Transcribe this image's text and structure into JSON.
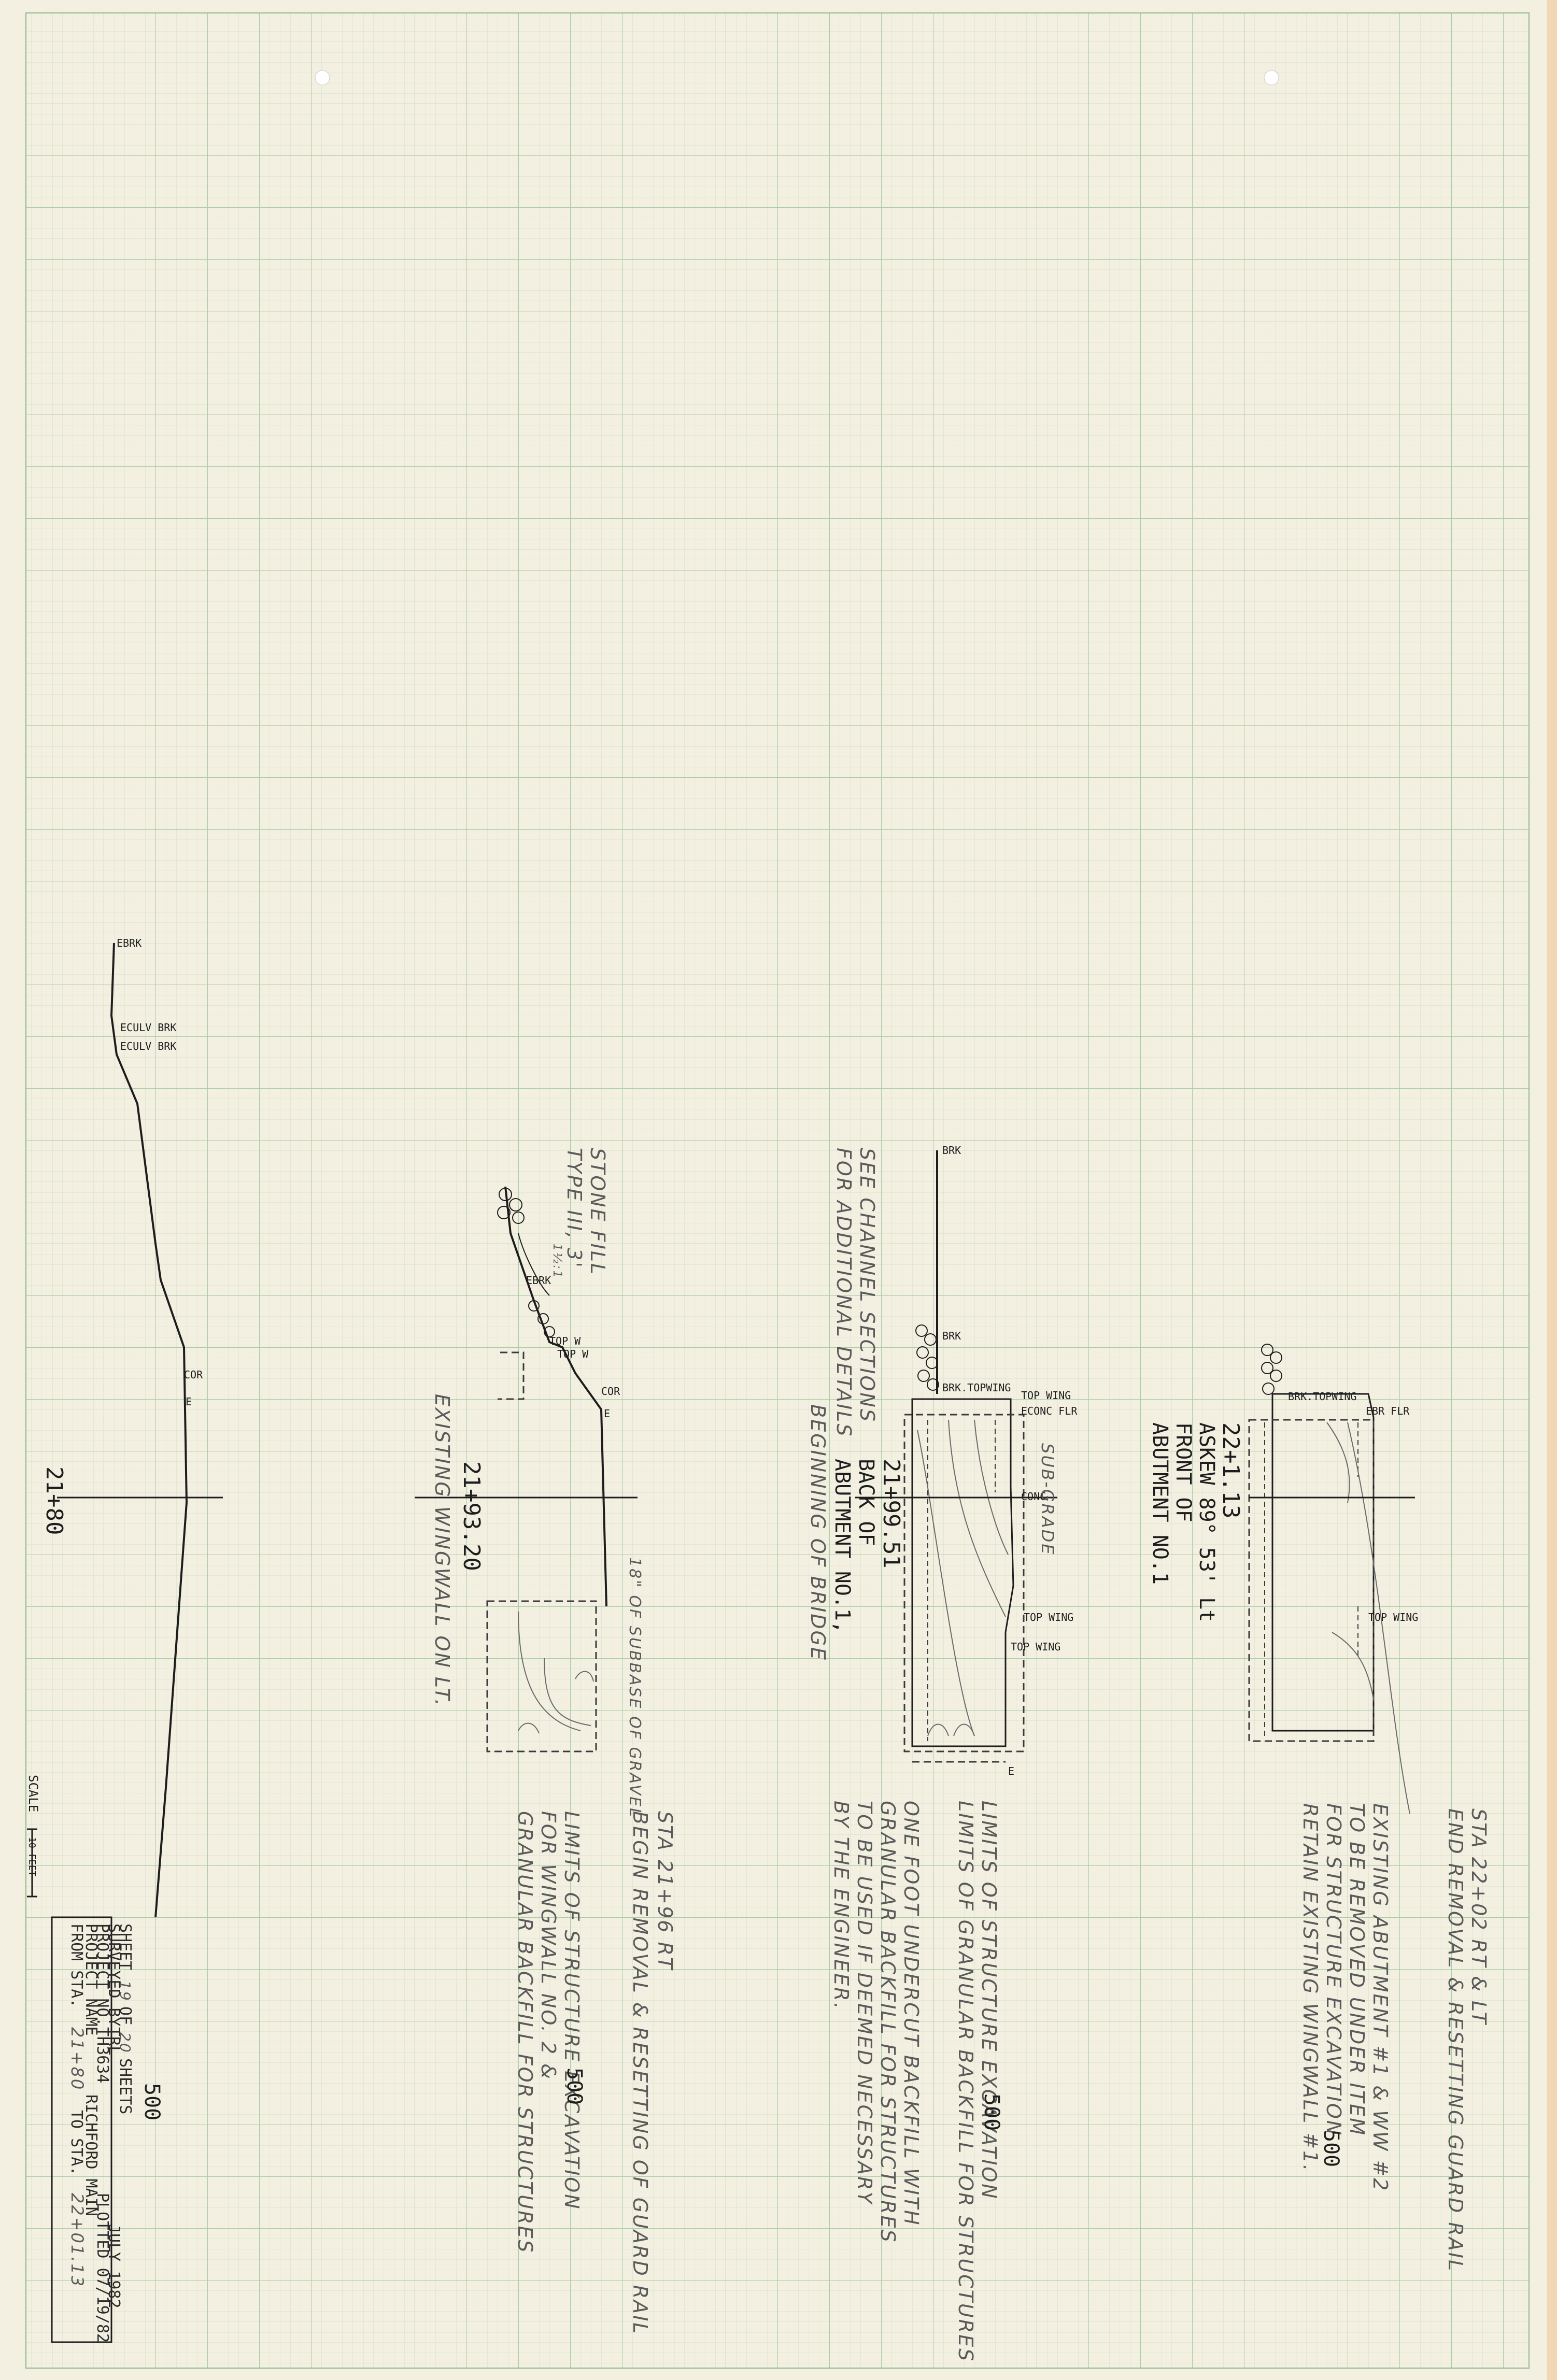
{
  "colors": {
    "paper": "#f3f0e2",
    "grid_minor": "#c9dcc2",
    "grid_major": "#9ec59a",
    "ink": "#1d1d1d",
    "pencil": "#5a5a5a",
    "edge": "#e8b98a"
  },
  "title_block": {
    "from_label": "FROM STA.",
    "from_value": "21+80",
    "to_label": "TO STA.",
    "to_value": "22+01.13",
    "project_label": "PROJECT NAME",
    "project_value": "RICHFORD MAIN",
    "project_no_label": "PROJECT NO.",
    "project_no_value": "TH3634",
    "plotted": "PLOTTED 07/19/82",
    "surveyed_label": "SURVEYED BY",
    "surveyed_value": "TRL",
    "date": "JULY 1982",
    "sheet_label": "SHEET",
    "sheet_value": "19",
    "of_label": "OF",
    "of_value": "20",
    "sheets_label": "SHEETS"
  },
  "scale": {
    "label": "SCALE",
    "value": "10 FEET"
  },
  "sections": [
    {
      "station": "21+80",
      "elevation": "500",
      "labels": [
        "EBRK",
        "ECULV BRK",
        "ECULV BRK",
        "COR",
        "E"
      ]
    },
    {
      "station": "21+93.20",
      "elevation": "500",
      "labels": [
        "EBRK",
        "TOP W",
        "TOP W",
        "COR",
        "E"
      ],
      "notes": {
        "stone_fill_1": "STONE FILL",
        "stone_fill_2": "TYPE III, 3'",
        "slope": "1½:1",
        "existing_wingwall": "EXISTING WINGWALL ON LT.",
        "subbase": "18\" OF SUBBASE OF GRAVEL",
        "limits_1": "LIMITS OF STRUCTURE EXCAVATION",
        "limits_2": "FOR WINGWALL NO. 2 &",
        "limits_3": "GRANULAR BACKFILL FOR STRUCTURES",
        "guard_1": "STA 21+96 RT",
        "guard_2": "BEGIN REMOVAL & RESETTING OF GUARD RAIL"
      }
    },
    {
      "station": "21+99.51",
      "elevation": "500",
      "labels": [
        "BRK",
        "BRK",
        "BRK.TOPWING",
        "TOP WING",
        "ECONC FLR",
        "CONC",
        "TOP WING",
        "TOP WING",
        "E"
      ],
      "notes": {
        "back_of": "BACK OF",
        "abutment": "ABUTMENT NO.1,",
        "beginning": "BEGINNING OF BRIDGE",
        "see_channel_1": "SEE CHANNEL SECTIONS",
        "see_channel_2": "FOR ADDITIONAL DETAILS",
        "subgrade": "SUB-GRADE",
        "limits_1": "LIMITS OF STRUCTURE EXCAVATION",
        "limits_2": "LIMITS OF GRANULAR BACKFILL FOR STRUCTURES",
        "undercut_1": "ONE FOOT UNDERCUT BACKFILL WITH",
        "undercut_2": "GRANULAR BACKFILL FOR STRUCTURES",
        "undercut_3": "TO BE USED IF DEEMED NECESSARY",
        "undercut_4": "BY THE ENGINEER."
      }
    },
    {
      "station": "22+1.13",
      "elevation": "500",
      "labels": [
        "BRK.TOPWING",
        "EBR FLR",
        "TOP WING"
      ],
      "notes": {
        "askew": "ASKEW 89° 53' Lt",
        "front_of": "FRONT OF",
        "abutment": "ABUTMENT NO.1",
        "existing_1": "EXISTING ABUTMENT #1 & WW #2",
        "existing_2": "TO BE REMOVED UNDER ITEM",
        "existing_3": "FOR STRUCTURE EXCAVATION.",
        "existing_4": "RETAIN EXISTING WINGWALL #1.",
        "end_1": "STA 22+02 RT & LT",
        "end_2": "END REMOVAL & RESETTING GUARD RAIL"
      }
    }
  ]
}
